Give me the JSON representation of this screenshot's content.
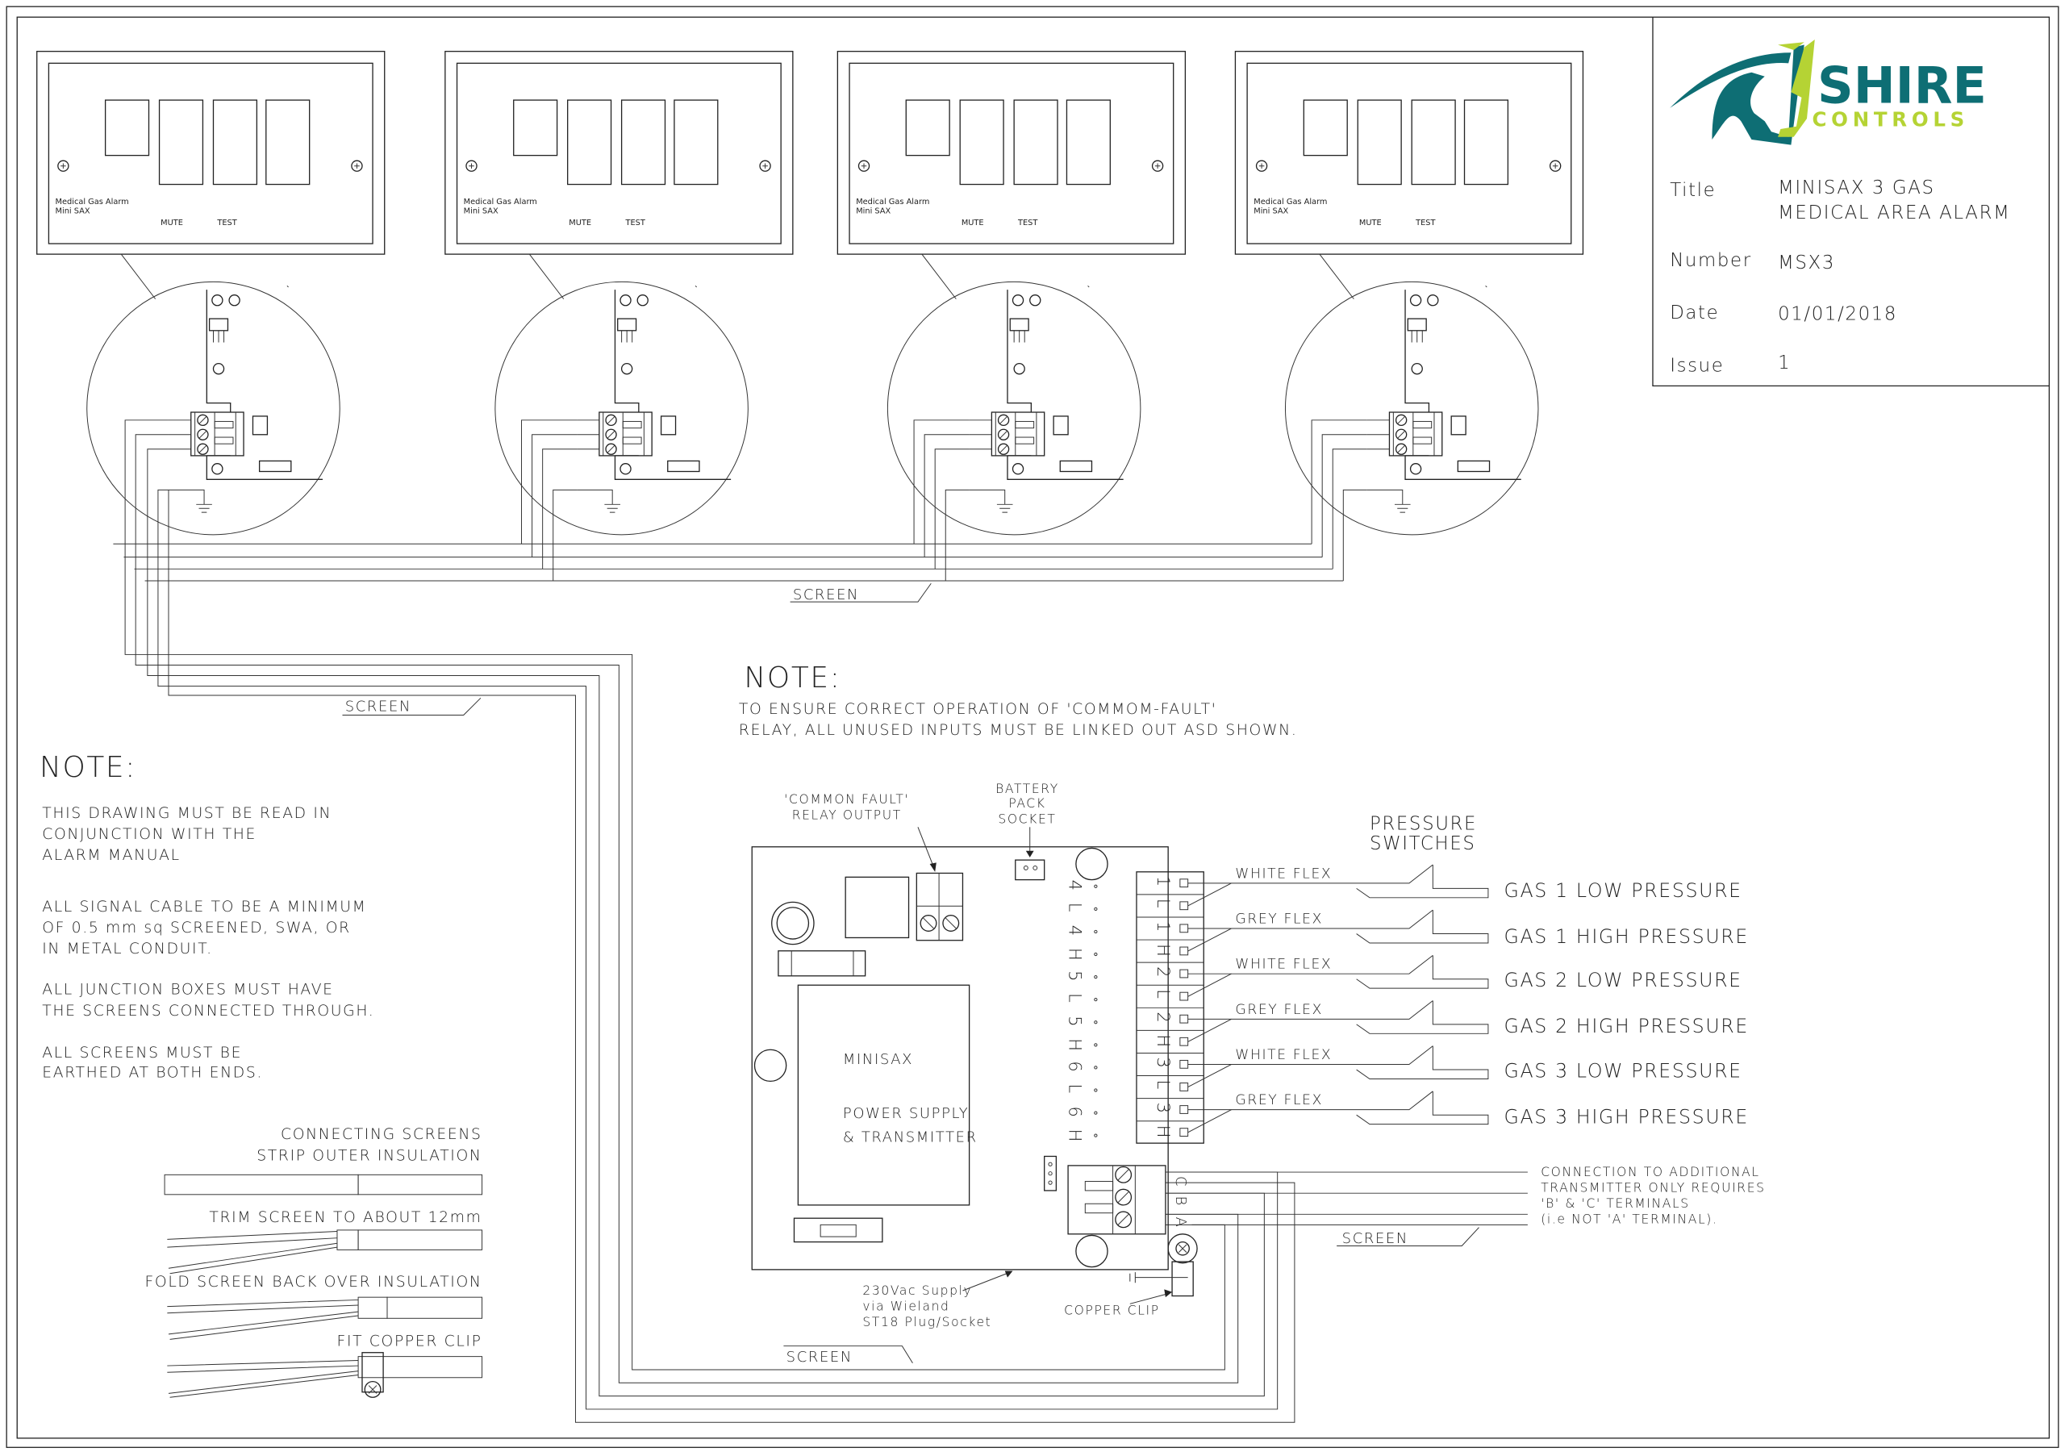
{
  "title_block": {
    "logo": {
      "primary": "SHIRE",
      "secondary": "CONTROLS",
      "teal": "#0e6e74",
      "lime": "#b5d334"
    },
    "labels": {
      "title": "Title",
      "number": "Number",
      "date": "Date",
      "issue": "Issue"
    },
    "title_line1": "MINISAX 3 GAS",
    "title_line2": "MEDICAL AREA ALARM",
    "number": "MSX3",
    "date": "01/01/2018",
    "issue": "1"
  },
  "panel": {
    "name_line1": "Medical Gas Alarm",
    "name_line2": "Mini SAX",
    "mute": "MUTE",
    "test": "TEST",
    "count": 4
  },
  "screen_label": "SCREEN",
  "top_note": {
    "heading": "NOTE:",
    "line1": "TO ENSURE CORRECT OPERATION OF 'COMMOM-FAULT'",
    "line2": "RELAY, ALL UNUSED INPUTS MUST BE LINKED OUT ASD SHOWN."
  },
  "left_note": {
    "heading": "NOTE:",
    "lines": [
      "THIS DRAWING MUST BE READ IN",
      "CONJUNCTION WITH THE",
      "ALARM MANUAL",
      "ALL SIGNAL CABLE TO BE A MINIMUM",
      "OF 0.5 mm sq SCREENED, SWA, OR",
      "IN METAL CONDUIT.",
      "ALL JUNCTION BOXES MUST HAVE",
      "THE SCREENS CONNECTED THROUGH.",
      "ALL SCREENS MUST BE",
      "EARTHED AT BOTH ENDS."
    ]
  },
  "screen_steps": {
    "heading1": "CONNECTING SCREENS",
    "step1": "STRIP OUTER INSULATION",
    "step2": "TRIM SCREEN TO ABOUT 12mm",
    "step3": "FOLD SCREEN BACK OVER INSULATION",
    "step4": "FIT COPPER CLIP"
  },
  "board": {
    "name": "MINISAX",
    "line2": "POWER SUPPLY",
    "line3": "& TRANSMITTER",
    "relay_label1": "'COMMON FAULT'",
    "relay_label2": "RELAY OUTPUT",
    "battery1": "BATTERY",
    "battery2": "PACK",
    "battery3": "SOCKET",
    "input_labels": [
      "4",
      "L",
      "4",
      "H",
      "5",
      "L",
      "5",
      "H",
      "6",
      "L",
      "6",
      "H"
    ],
    "terminal_labels": [
      "1",
      "L",
      "1",
      "H",
      "2",
      "L",
      "2",
      "H",
      "3",
      "L",
      "3",
      "H"
    ],
    "abc_labels": [
      "C",
      "B",
      "A"
    ],
    "supply1": "230Vac Supply",
    "supply2": "via Wieland",
    "supply3": "ST18 Plug/Socket",
    "copper_clip": "COPPER CLIP"
  },
  "pressure": {
    "heading1": "PRESSURE",
    "heading2": "SWITCHES",
    "switches": [
      {
        "flex": "WHITE FLEX",
        "gas": "GAS 1 LOW PRESSURE"
      },
      {
        "flex": "GREY FLEX",
        "gas": "GAS 1 HIGH PRESSURE"
      },
      {
        "flex": "WHITE FLEX",
        "gas": "GAS 2 LOW PRESSURE"
      },
      {
        "flex": "GREY FLEX",
        "gas": "GAS 2 HIGH PRESSURE"
      },
      {
        "flex": "WHITE FLEX",
        "gas": "GAS 3 LOW PRESSURE"
      },
      {
        "flex": "GREY FLEX",
        "gas": "GAS 3 HIGH PRESSURE"
      }
    ]
  },
  "connection_note": [
    "CONNECTION TO ADDITIONAL",
    "TRANSMITTER ONLY REQUIRES",
    "'B' & 'C' TERMINALS",
    "(i.e NOT 'A' TERMINAL)."
  ]
}
